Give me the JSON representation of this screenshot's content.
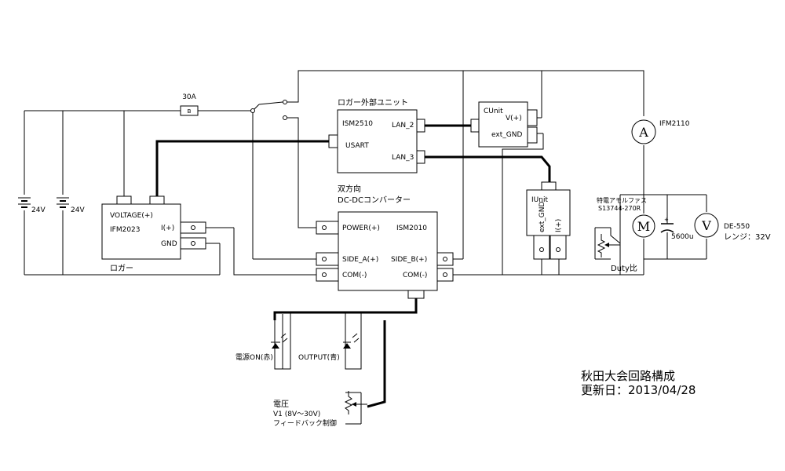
{
  "fuse": {
    "rating": "30A",
    "mark": "B"
  },
  "batteries": [
    {
      "voltage": "24V"
    },
    {
      "voltage": "24V"
    }
  ],
  "logger": {
    "caption": "ロガー",
    "voltage_port": "VOLTAGE(+)",
    "model": "IFM2023",
    "current_port": "I(+)",
    "gnd_port": "GND"
  },
  "ext_unit": {
    "title": "ロガー外部ユニット",
    "model": "ISM2510",
    "usart": "USART",
    "lan2": "LAN_2",
    "lan3": "LAN_3"
  },
  "cunit": {
    "name": "CUnit",
    "v_port": "V(+)",
    "gnd_port": "ext_GND"
  },
  "iunit": {
    "name": "IUnit",
    "gnd_port": "ext_GND",
    "i_port": "I(+)"
  },
  "converter": {
    "title_line1": "双方向",
    "title_line2": "DC-DCコンバーター",
    "power_port": "POWER(+)",
    "model": "ISM2010",
    "side_a": "SIDE_A(+)",
    "side_b": "SIDE_B(+)",
    "com_left": "COM(-)",
    "com_right": "COM(-)"
  },
  "ammeter": {
    "symbol": "A",
    "model": "IFM2110"
  },
  "motor": {
    "symbol": "M",
    "line1": "特電アモルファス",
    "line2": "S13744-270R"
  },
  "capacitor": {
    "value": "5600u"
  },
  "voltmeter": {
    "symbol": "V",
    "model": "DE-550",
    "range": "レンジ：32V"
  },
  "duty_label": "Duty比",
  "leds": [
    {
      "label": "電源ON(赤)"
    },
    {
      "label": "OUTPUT(青)"
    }
  ],
  "pot": {
    "line1": "電圧",
    "line2": "V1 (8V～30V)",
    "line3": "フィードバック制御"
  },
  "footer": {
    "title": "秋田大会回路構成",
    "updated": "更新日：2013/04/28"
  }
}
